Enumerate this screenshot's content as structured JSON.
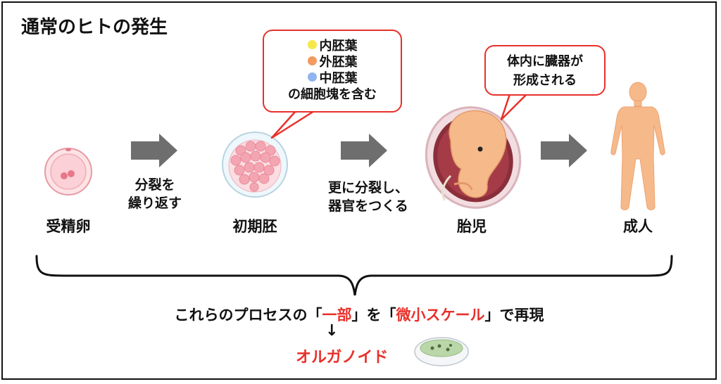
{
  "title": "通常のヒトの発生",
  "stages": {
    "fertilized_egg": "受精卵",
    "early_embryo": "初期胚",
    "fetus": "胎児",
    "adult": "成人"
  },
  "notes": {
    "step1": [
      "分裂を",
      "繰り返す"
    ],
    "step2": [
      "更に分裂し、",
      "器官をつくる"
    ]
  },
  "bubble_embryo": {
    "layers": [
      {
        "label": "内胚葉",
        "color": "#f5e84a"
      },
      {
        "label": "外胚葉",
        "color": "#f39a5e"
      },
      {
        "label": "中胚葉",
        "color": "#8fb4f0"
      }
    ],
    "footer": "の細胞塊を含む"
  },
  "bubble_fetus": [
    "体内に臓器が",
    "形成される"
  ],
  "summary": {
    "prefix": "これらのプロセスの「",
    "highlight1": "一部",
    "mid": "」を「",
    "highlight2": "微小スケール",
    "suffix": "」で再現"
  },
  "arrow_symbol": "↓",
  "result": "オルガノイド",
  "colors": {
    "accent_red": "#e8302a",
    "arrow_gray": "#6e6e6e",
    "skin": "#f6b98a"
  }
}
